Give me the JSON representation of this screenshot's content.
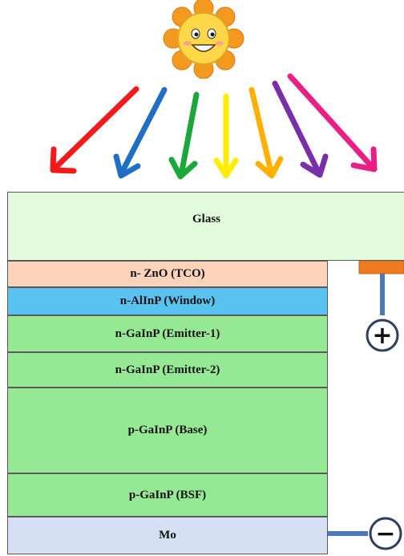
{
  "layers": {
    "glass": "Glass",
    "tco": "n- ZnO (TCO)",
    "window": "n-AlInP (Window)",
    "emitter1": "n-GaInP (Emitter-1)",
    "emitter2": "n-GaInP (Emitter-2)",
    "base": "p-GaInP (Base)",
    "bsf": "p-GaInP (BSF)",
    "back_contact": "Mo"
  },
  "terminals": {
    "positive": "+",
    "negative": "−"
  },
  "light_rays": {
    "colors": [
      "#f21a1a",
      "#1f6fc8",
      "#1aa83a",
      "#ffee00",
      "#ffb000",
      "#7a2fa8",
      "#ea1f86"
    ]
  },
  "colors": {
    "glass": "#e2fbdc",
    "tco": "#fbd3bb",
    "window": "#58c3f0",
    "absorber": "#95e995",
    "back_contact": "#d6e0f4",
    "contact_tab": "#ee7b20",
    "wire": "#4a78b8"
  }
}
